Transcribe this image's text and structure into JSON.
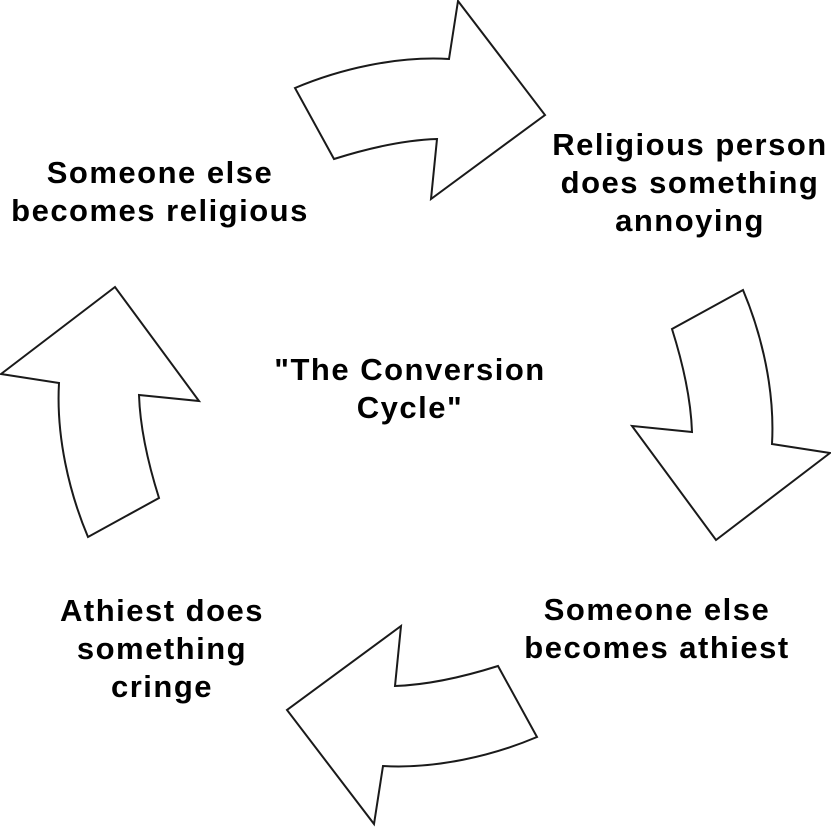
{
  "diagram": {
    "title": "\"The Conversion\nCycle\"",
    "steps": [
      {
        "position": "top-right",
        "label": "Religious person\ndoes something\nannoying"
      },
      {
        "position": "bottom-right",
        "label": "Someone else\nbecomes athiest"
      },
      {
        "position": "bottom-left",
        "label": "Athiest does\nsomething\ncringe"
      },
      {
        "position": "top-left",
        "label": "Someone else\nbecomes religious"
      }
    ],
    "arrows": [
      {
        "id": "arrow-top",
        "points": "right",
        "from": "top-left",
        "to": "top-right"
      },
      {
        "id": "arrow-right",
        "points": "down",
        "from": "top-right",
        "to": "bottom-right"
      },
      {
        "id": "arrow-bottom",
        "points": "left",
        "from": "bottom-right",
        "to": "bottom-left"
      },
      {
        "id": "arrow-left",
        "points": "up",
        "from": "bottom-left",
        "to": "top-left"
      }
    ],
    "colors": {
      "background": "#ffffff",
      "text": "#000000",
      "arrow_fill": "#ffffff",
      "arrow_stroke": "#1a1a1a"
    }
  }
}
